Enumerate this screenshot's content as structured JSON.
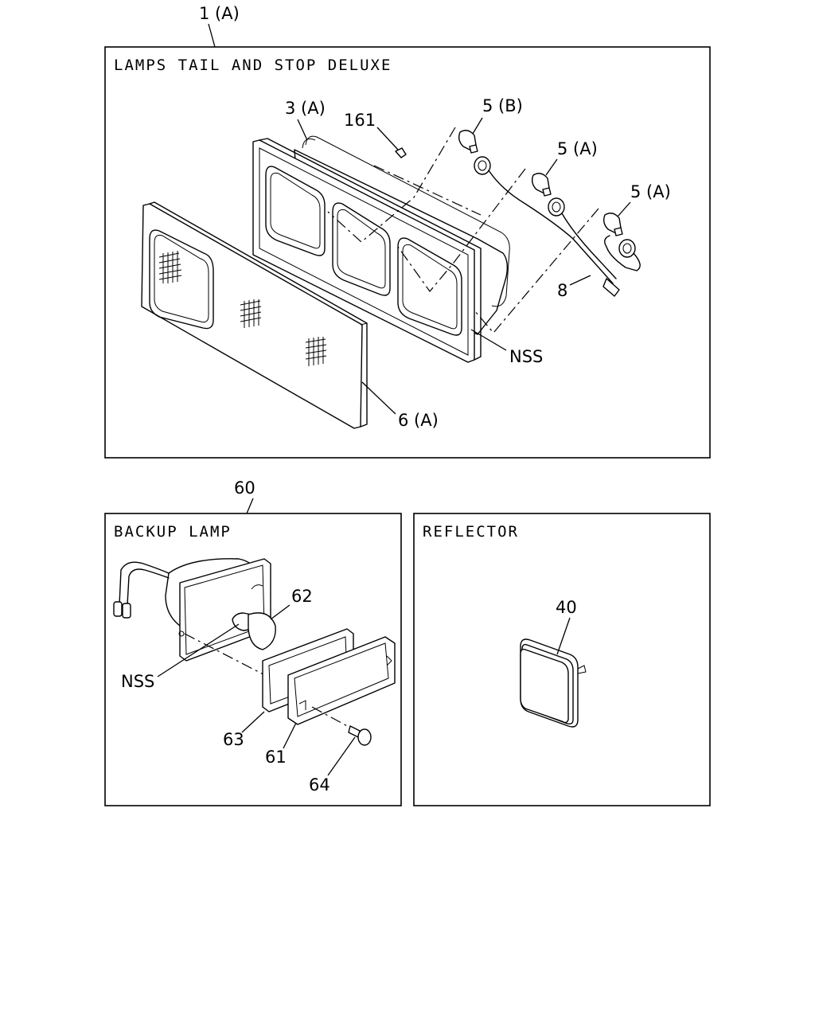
{
  "panels": {
    "tail_stop": {
      "title": "LAMPS TAIL AND STOP DELUXE"
    },
    "backup": {
      "title": "BACKUP LAMP"
    },
    "reflector": {
      "title": "REFLECTOR"
    }
  },
  "callouts": {
    "p1a": "1 (A)",
    "p3a": "3 (A)",
    "p161": "161",
    "p5b": "5 (B)",
    "p5a_1": "5 (A)",
    "p5a_2": "5 (A)",
    "p8": "8",
    "nss_top": "NSS",
    "p6a": "6 (A)",
    "p60": "60",
    "p62": "62",
    "nss_backup": "NSS",
    "p63": "63",
    "p61": "61",
    "p64": "64",
    "p40": "40"
  },
  "icons": [
    "lamp-housing-icon",
    "lens-icon",
    "bulb-icon",
    "socket-icon",
    "harness-icon",
    "screw-icon",
    "reflector-icon"
  ]
}
